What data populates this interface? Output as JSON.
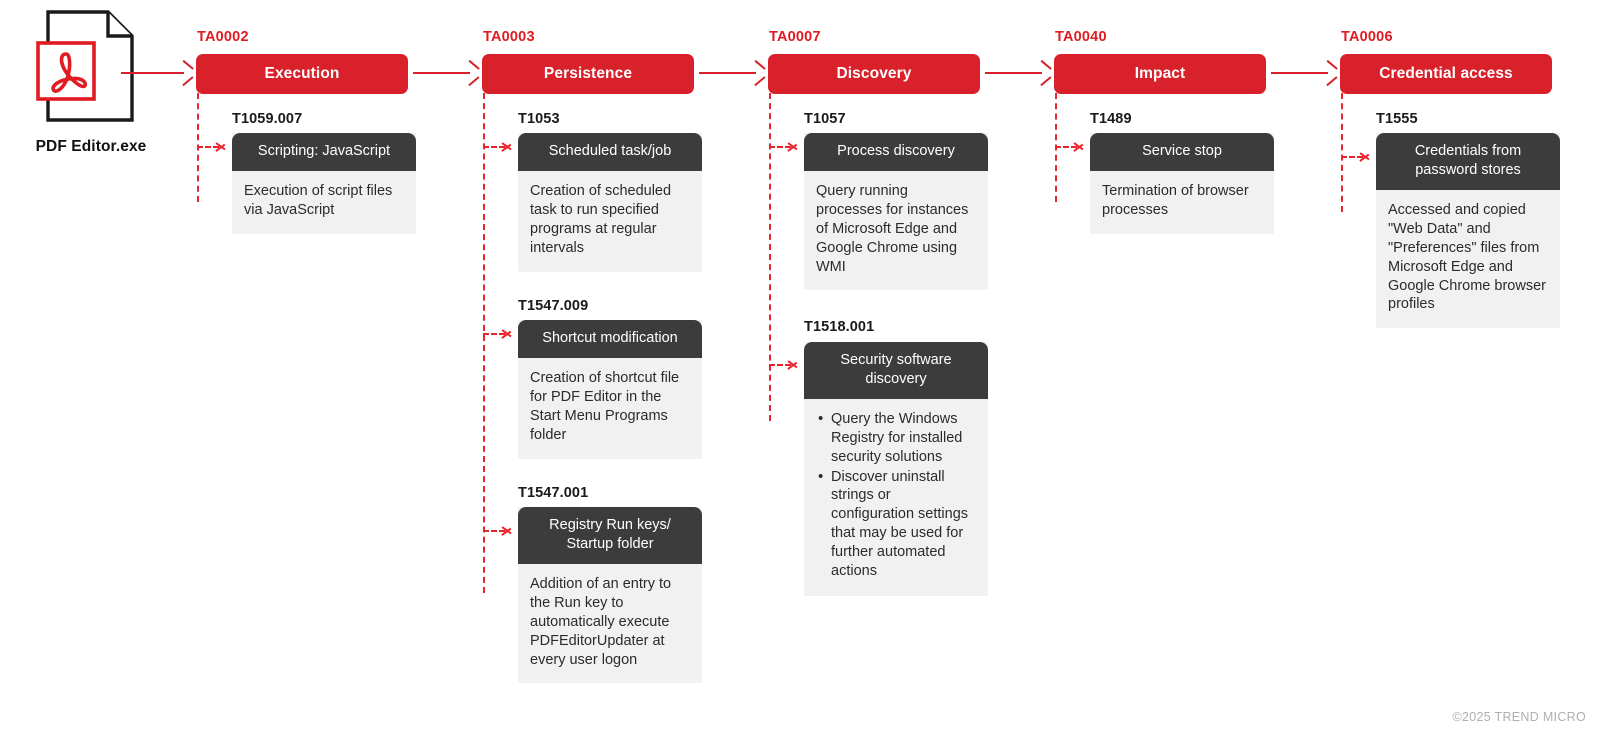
{
  "source": {
    "label": "PDF Editor.exe",
    "icon": "pdf-file-icon"
  },
  "colors": {
    "tactic_red": "#D8212A",
    "tactic_id_red": "#E01B22",
    "dashed_red": "#E8252C",
    "card_head_dark": "#3C3C3C",
    "card_body_grey": "#F1F1F1",
    "footer_grey": "#AFAFAF"
  },
  "lanes": [
    {
      "tactic_id": "TA0002",
      "tactic_name": "Execution",
      "techniques": [
        {
          "id": "T1059.007",
          "title": "Scripting: JavaScript",
          "body": "Execution of script files via JavaScript",
          "bullets": []
        }
      ]
    },
    {
      "tactic_id": "TA0003",
      "tactic_name": "Persistence",
      "techniques": [
        {
          "id": "T1053",
          "title": "Scheduled task/job",
          "body": "Creation of scheduled task to run specified programs at regular intervals",
          "bullets": []
        },
        {
          "id": "T1547.009",
          "title": "Shortcut modification",
          "body": "Creation of shortcut file for PDF Editor in the Start Menu Programs folder",
          "bullets": []
        },
        {
          "id": "T1547.001",
          "title": "Registry Run keys/ Startup folder",
          "body": "Addition of an entry to the Run key to automatically execute PDFEditorUpdater at every user logon",
          "bullets": []
        }
      ]
    },
    {
      "tactic_id": "TA0007",
      "tactic_name": "Discovery",
      "techniques": [
        {
          "id": "T1057",
          "title": "Process discovery",
          "body": "Query running processes for instances of Microsoft Edge and Google Chrome using WMI",
          "bullets": []
        },
        {
          "id": "T1518.001",
          "title": "Security software discovery",
          "body": "",
          "bullets": [
            "Query the Windows Registry for installed security solutions",
            "Discover uninstall strings or configuration settings that may be used for further automated actions"
          ]
        }
      ]
    },
    {
      "tactic_id": "TA0040",
      "tactic_name": "Impact",
      "techniques": [
        {
          "id": "T1489",
          "title": "Service stop",
          "body": "Termination of browser processes",
          "bullets": []
        }
      ]
    },
    {
      "tactic_id": "TA0006",
      "tactic_name": "Credential access",
      "techniques": [
        {
          "id": "T1555",
          "title": "Credentials from password stores",
          "body": "Accessed and copied \"Web Data\" and \"Preferences\" files from Microsoft Edge and Google Chrome browser profiles",
          "bullets": []
        }
      ]
    }
  ],
  "footer": {
    "copyright": "©2025 TREND MICRO"
  }
}
